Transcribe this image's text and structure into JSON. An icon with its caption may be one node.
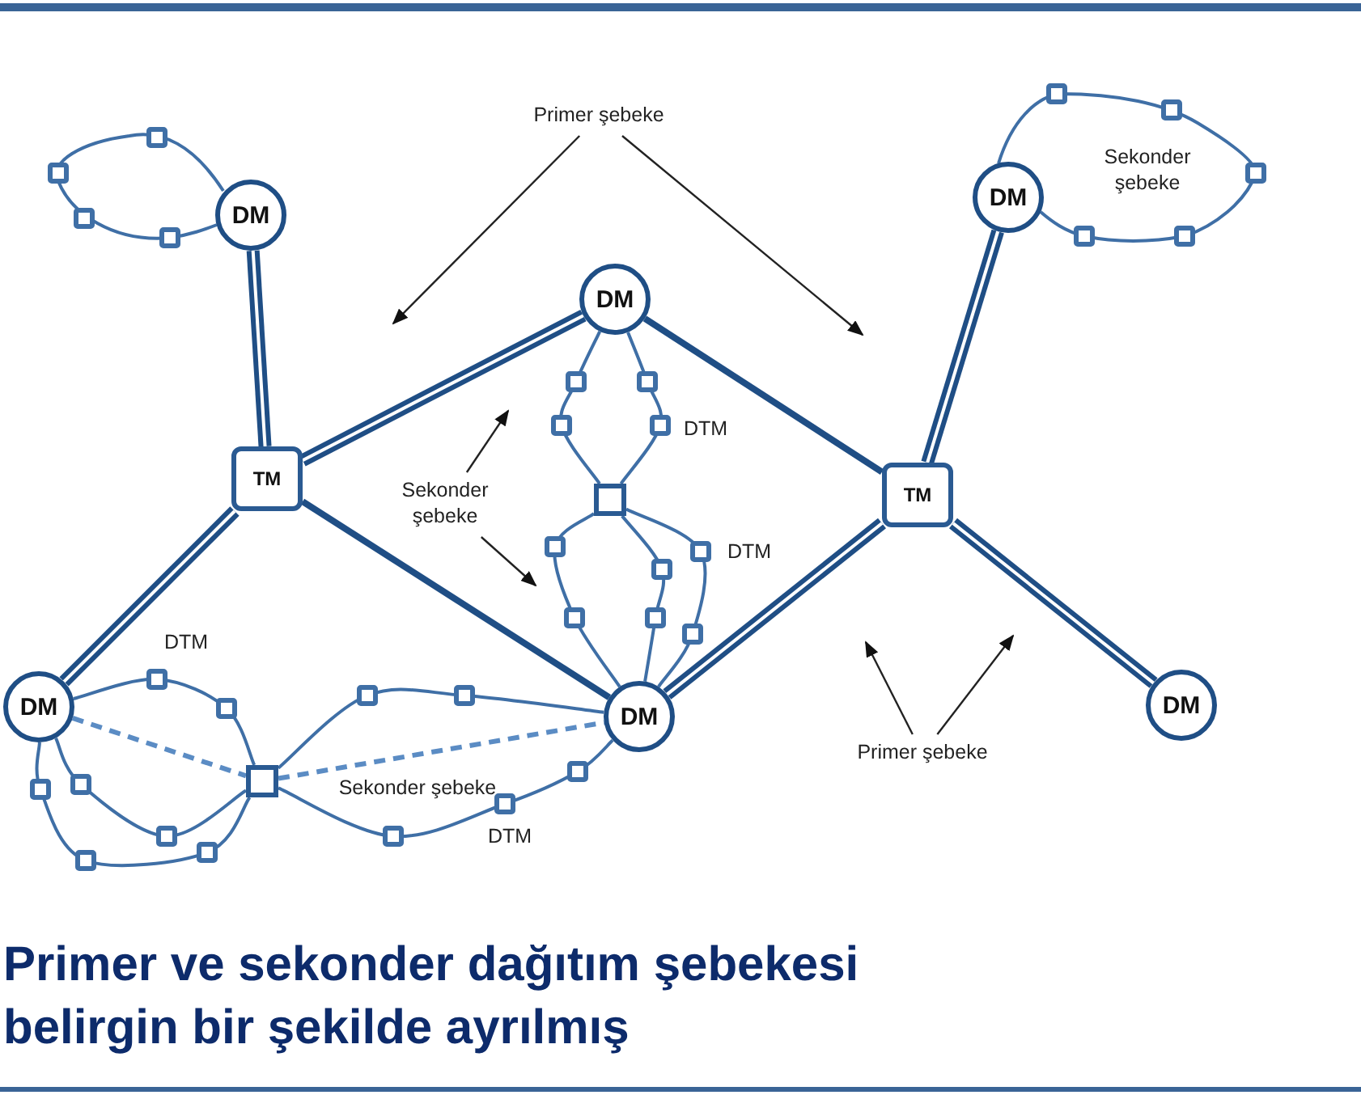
{
  "diagram": {
    "title": "Primer ve sekonder dağıtım şebekesi belirgin bir şekilde ayrılmış",
    "nodes": [
      {
        "text": [
          "Primer şebeke"
        ]
      },
      {
        "text": [
          "DM"
        ]
      },
      {
        "text": [
          "DM"
        ]
      },
      {
        "text": [
          "DM"
        ]
      },
      {
        "text": [
          "TM"
        ]
      },
      {
        "text": [
          "TM"
        ]
      },
      {
        "text": [],
        "shape": "box"
      },
      {
        "text": [
          "Sekonder şebeke"
        ]
      },
      {
        "text": [
          "DM"
        ]
      },
      {
        "text": [
          "DM"
        ]
      },
      {
        "text": [
          "DM"
        ]
      },
      {
        "text": [
          "Primer şebeke"
        ]
      },
      {
        "text": [],
        "shape": "box"
      }
    ],
    "edges": [
      {
        "from": 1,
        "to": 4,
        "arrow": "none",
        "style": "thick"
      },
      {
        "from": 4,
        "to": 3,
        "arrow": "none",
        "style": "thick"
      },
      {
        "from": 4,
        "to": 8,
        "arrow": "none",
        "style": "thick"
      },
      {
        "from": 4,
        "to": 9,
        "arrow": "none",
        "style": "thick"
      },
      {
        "from": 3,
        "to": 5,
        "arrow": "none",
        "style": "thick"
      },
      {
        "from": 5,
        "to": 2,
        "arrow": "none",
        "style": "thick"
      },
      {
        "from": 5,
        "to": 9,
        "arrow": "none",
        "style": "thick"
      },
      {
        "from": 5,
        "to": 10,
        "arrow": "none",
        "style": "thick"
      },
      {
        "from": 3,
        "to": 6,
        "arrow": "none",
        "color": "#3f6fa6"
      },
      {
        "from": 3,
        "to": 6,
        "arrow": "none",
        "color": "#3f6fa6"
      },
      {
        "from": 6,
        "to": 9,
        "arrow": "none",
        "color": "#3f6fa6"
      },
      {
        "from": 6,
        "to": 9,
        "arrow": "none",
        "color": "#3f6fa6"
      },
      {
        "from": 6,
        "to": 9,
        "arrow": "none",
        "color": "#3f6fa6"
      },
      {
        "from": 8,
        "to": 12,
        "arrow": "none",
        "color": "#3f6fa6"
      },
      {
        "from": 8,
        "to": 12,
        "arrow": "none",
        "color": "#3f6fa6"
      },
      {
        "from": 8,
        "to": 12,
        "arrow": "none",
        "color": "#3f6fa6"
      },
      {
        "from": 12,
        "to": 9,
        "arrow": "none",
        "color": "#3f6fa6"
      },
      {
        "from": 12,
        "to": 9,
        "arrow": "none",
        "color": "#3f6fa6"
      },
      {
        "from": 8,
        "to": 12,
        "arrow": "none",
        "style": "dashed",
        "color": "#5b8cc4"
      },
      {
        "from": 12,
        "to": 9,
        "arrow": "none",
        "style": "dashed",
        "color": "#5b8cc4"
      },
      {
        "from": 0,
        "to": null,
        "arrow": "to",
        "color": "#222222"
      },
      {
        "from": 0,
        "to": null,
        "arrow": "to",
        "color": "#222222"
      },
      {
        "from": 7,
        "to": null,
        "arrow": "to",
        "color": "#222222"
      },
      {
        "from": 7,
        "to": null,
        "arrow": "to",
        "color": "#222222"
      },
      {
        "from": 11,
        "to": null,
        "arrow": "to",
        "color": "#222222"
      },
      {
        "from": 11,
        "to": null,
        "arrow": "to",
        "color": "#222222"
      }
    ],
    "labels": [
      "Sekonder şebeke",
      "DTM",
      "DTM",
      "DTM",
      "Sekonder şebeke",
      "DTM"
    ]
  }
}
